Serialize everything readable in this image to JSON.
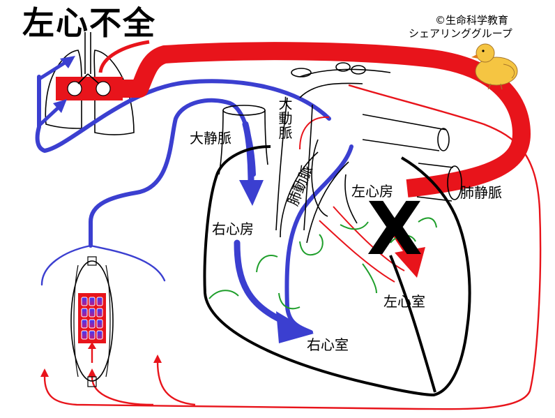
{
  "title": "左心不全",
  "credit": {
    "line1": "©生命科学教育",
    "line2": "シェアリンググループ"
  },
  "labels": {
    "vena_cava": "大静脈",
    "aorta": "大動脈",
    "pulmonary_artery": "肺動脈",
    "right_atrium": "右心房",
    "right_ventricle": "右心室",
    "left_atrium": "左心房",
    "left_ventricle": "左心室",
    "pulmonary_vein": "肺静脈",
    "failure_mark": "X"
  },
  "colors": {
    "arterial": "#e8141b",
    "venous": "#3b3fd0",
    "outline": "#000000",
    "valve": "#1e9e2a",
    "tissue_top": "#3a3aff",
    "tissue_bottom": "#c2187a"
  }
}
